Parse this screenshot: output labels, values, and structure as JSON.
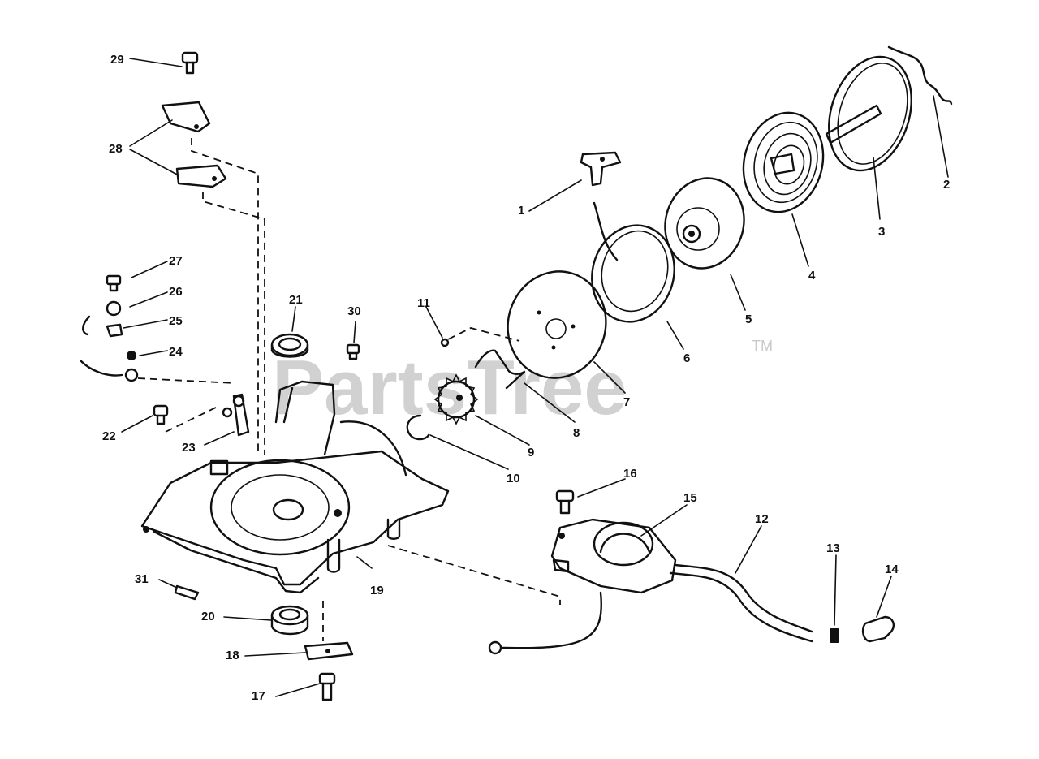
{
  "watermark": {
    "text": "PartsTree",
    "trademark": "TM"
  },
  "callouts": [
    "1",
    "2",
    "3",
    "4",
    "5",
    "6",
    "7",
    "8",
    "9",
    "10",
    "11",
    "12",
    "13",
    "14",
    "15",
    "16",
    "17",
    "18",
    "19",
    "20",
    "21",
    "22",
    "23",
    "24",
    "25",
    "26",
    "27",
    "28",
    "29",
    "30",
    "31"
  ],
  "colors": {
    "ink": "#111111",
    "watermark": "#c9c9c9",
    "background": "#ffffff"
  }
}
